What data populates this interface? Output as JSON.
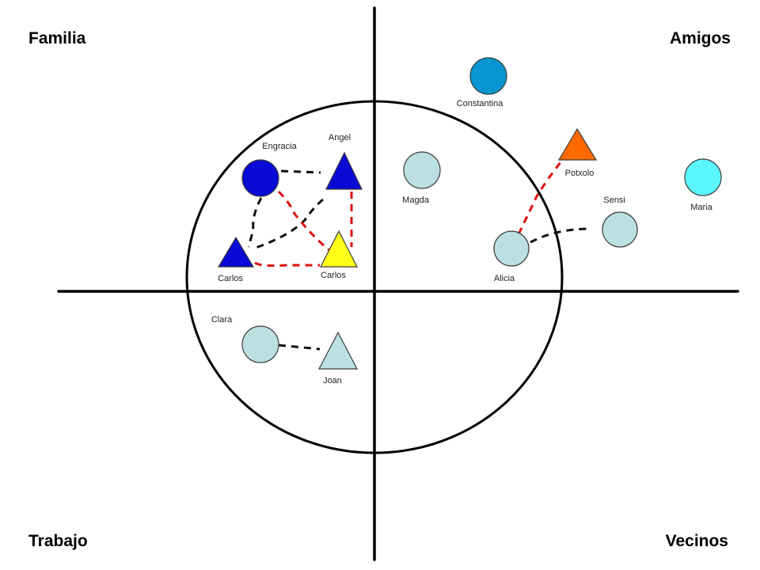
{
  "quadrants": {
    "top_left": "Familia",
    "top_right": "Amigos",
    "bottom_left": "Trabajo",
    "bottom_right": "Vecinos"
  },
  "legend_colors": {
    "black_link": "#111111",
    "red_link": "#dd1111"
  },
  "nodes": [
    {
      "id": "engracia",
      "label": "Engracia",
      "shape": "circle",
      "color": "#0a0ad6"
    },
    {
      "id": "angel",
      "label": "Angel",
      "shape": "triangle",
      "color": "#0a0ad6"
    },
    {
      "id": "carlos_blue",
      "label": "Carlos",
      "shape": "triangle",
      "color": "#0a0ad6"
    },
    {
      "id": "carlos_yellow",
      "label": "Carlos",
      "shape": "triangle",
      "color": "#ffff1a"
    },
    {
      "id": "clara",
      "label": "Clara",
      "shape": "circle",
      "color": "#bcdfe2"
    },
    {
      "id": "joan",
      "label": "Joan",
      "shape": "triangle",
      "color": "#bcdfe2"
    },
    {
      "id": "constantina",
      "label": "Constantina",
      "shape": "circle",
      "color": "#0896d0"
    },
    {
      "id": "magda",
      "label": "Magda",
      "shape": "circle",
      "color": "#bcdfe2"
    },
    {
      "id": "potxolo",
      "label": "Potxolo",
      "shape": "triangle",
      "color": "#ff6a00"
    },
    {
      "id": "sensi",
      "label": "Sensi",
      "shape": "circle",
      "color": "#bcdfe2"
    },
    {
      "id": "maria",
      "label": "Maria",
      "shape": "circle",
      "color": "#5cf6ff"
    },
    {
      "id": "alicia",
      "label": "Alicia",
      "shape": "circle",
      "color": "#bcdfe2"
    }
  ],
  "links": [
    {
      "from": "engracia",
      "to": "angel",
      "color": "black"
    },
    {
      "from": "engracia",
      "to": "carlos_blue",
      "color": "black"
    },
    {
      "from": "angel",
      "to": "carlos_blue",
      "color": "black"
    },
    {
      "from": "engracia",
      "to": "carlos_yellow",
      "color": "red"
    },
    {
      "from": "angel",
      "to": "carlos_yellow",
      "color": "red"
    },
    {
      "from": "carlos_blue",
      "to": "carlos_yellow",
      "color": "red"
    },
    {
      "from": "clara",
      "to": "joan",
      "color": "black"
    },
    {
      "from": "alicia",
      "to": "potxolo",
      "color": "red"
    },
    {
      "from": "alicia",
      "to": "sensi",
      "color": "black"
    }
  ]
}
